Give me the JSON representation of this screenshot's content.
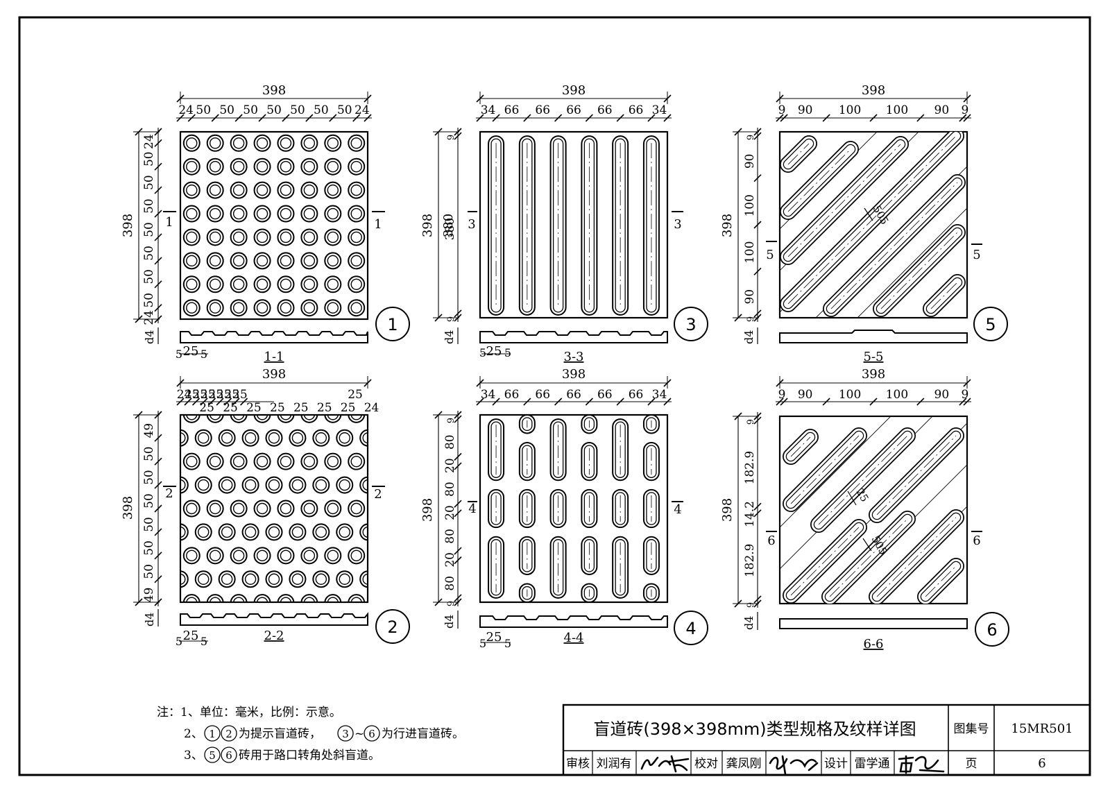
{
  "tiles": {
    "t1": {
      "width_label": "398",
      "x_dims": [
        "24",
        "50",
        "50",
        "50",
        "50",
        "50",
        "50",
        "50",
        "24"
      ],
      "height_label": "398",
      "y_dims": [
        "24",
        "50",
        "50",
        "50",
        "50",
        "50",
        "50",
        "50",
        "24"
      ],
      "section_mark": "1",
      "section_label": "1-1",
      "number": "1",
      "d_label": "d",
      "d_value": "4",
      "bottom_dims": [
        "5",
        "25",
        "5"
      ]
    },
    "t2": {
      "width_label": "398",
      "x_dims_top": [
        "24",
        "25",
        "25",
        "25",
        "25",
        "25",
        "25",
        "25"
      ],
      "x_dims_bottom": [
        "25",
        "25",
        "25",
        "25",
        "25",
        "25",
        "25",
        "24"
      ],
      "height_label": "398",
      "y_dims": [
        "49",
        "50",
        "50",
        "50",
        "50",
        "50",
        "50",
        "49"
      ],
      "section_mark": "2",
      "section_label": "2-2",
      "number": "2",
      "d_label": "d",
      "d_value": "4",
      "bottom_dims": [
        "5",
        "25",
        "5"
      ]
    },
    "t3": {
      "width_label": "398",
      "x_dims": [
        "34",
        "66",
        "66",
        "66",
        "66",
        "66",
        "34"
      ],
      "height_label": "398",
      "y_dims": [
        "9",
        "380",
        "9"
      ],
      "section_mark": "3",
      "section_label": "3-3",
      "number": "3",
      "d_label": "d",
      "d_value": "4",
      "bottom_dims": [
        "5",
        "25",
        "5"
      ]
    },
    "t4": {
      "width_label": "398",
      "x_dims": [
        "34",
        "66",
        "66",
        "66",
        "66",
        "66",
        "34"
      ],
      "height_label": "398",
      "y_dims": [
        "9",
        "80",
        "20",
        "80",
        "20",
        "80",
        "20",
        "80",
        "9"
      ],
      "section_mark": "4",
      "section_label": "4-4",
      "number": "4",
      "d_label": "d",
      "d_value": "4",
      "bottom_dims": [
        "5",
        "25",
        "5"
      ]
    },
    "t5": {
      "width_label": "398",
      "x_dims": [
        "9",
        "90",
        "100",
        "100",
        "90",
        "9"
      ],
      "height_label": "398",
      "y_dims": [
        "9",
        "90",
        "100",
        "100",
        "90",
        "9"
      ],
      "diag_dim": "50",
      "diag_dim2": "5",
      "section_mark": "5",
      "section_label": "5-5",
      "number": "5",
      "d_label": "d",
      "d_value": "4"
    },
    "t6": {
      "width_label": "398",
      "x_dims": [
        "9",
        "90",
        "100",
        "100",
        "90",
        "9"
      ],
      "height_label": "398",
      "y_dims": [
        "9",
        "182.9",
        "14.2",
        "182.9",
        "9"
      ],
      "diag_dim": "50",
      "diag_dim2": "5",
      "diag_dim3": "25",
      "section_mark": "6",
      "section_label": "6-6",
      "number": "6",
      "d_label": "d",
      "d_value": "4"
    }
  },
  "notes": {
    "line1": "注：1、单位：毫米，比例：示意。",
    "line2_prefix": "2、",
    "line2_c1": "1",
    "line2_c2": "2",
    "line2_mid": "为提示盲道砖，",
    "line2_c3": "3",
    "line2_tilde": "~",
    "line2_c4": "6",
    "line2_suffix": "为行进盲道砖。",
    "line3_prefix": "3、",
    "line3_c1": "5",
    "line3_c2": "6",
    "line3_suffix": "砖用于路口转角处斜盲道。"
  },
  "title_block": {
    "title": "盲道砖(398×398mm)类型规格及纹样详图",
    "atlas_label": "图集号",
    "atlas_value": "15MR501",
    "review_label": "审核",
    "review_name": "刘润有",
    "check_label": "校对",
    "check_name": "龚凤刚",
    "design_label": "设计",
    "design_name": "雷学通",
    "page_label": "页",
    "page_value": "6"
  }
}
